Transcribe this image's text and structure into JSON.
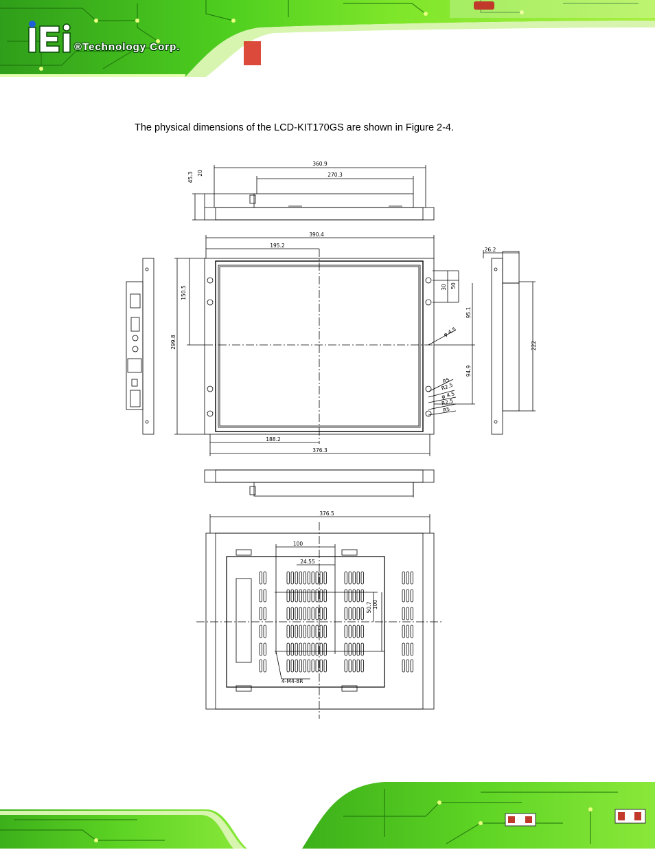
{
  "header": {
    "company": "®Technology Corp."
  },
  "body": {
    "intro": "The physical dimensions of the LCD-KIT170GS are shown in Figure 2-4."
  },
  "figure": {
    "top_view": {
      "width_outer": "360.9",
      "width_inner": "270.3",
      "depth_total": "45.3",
      "depth_bezel": "20"
    },
    "front_view": {
      "width_total": "390.4",
      "half_width": "195.2",
      "height_total": "299.8",
      "upper_height": "150.5",
      "hole_width": "188.2",
      "panel_width": "376.3",
      "v30": "30",
      "v50": "50",
      "v95_1": "95.1",
      "v94_9": "94.9",
      "hole1": "φ 4.5",
      "r5a": "R5",
      "r2_5a": "R2.5",
      "hole2": "φ 4.5",
      "r2_5b": "R2.5",
      "r5b": "R5"
    },
    "side_view": {
      "depth": "26.2",
      "height": "222"
    },
    "rear_view": {
      "width": "376.5",
      "vesa_w": "100",
      "offset": "24.55",
      "offset_v": "50.7",
      "vesa_h": "100",
      "screw_note": "4-M4-8R"
    }
  }
}
